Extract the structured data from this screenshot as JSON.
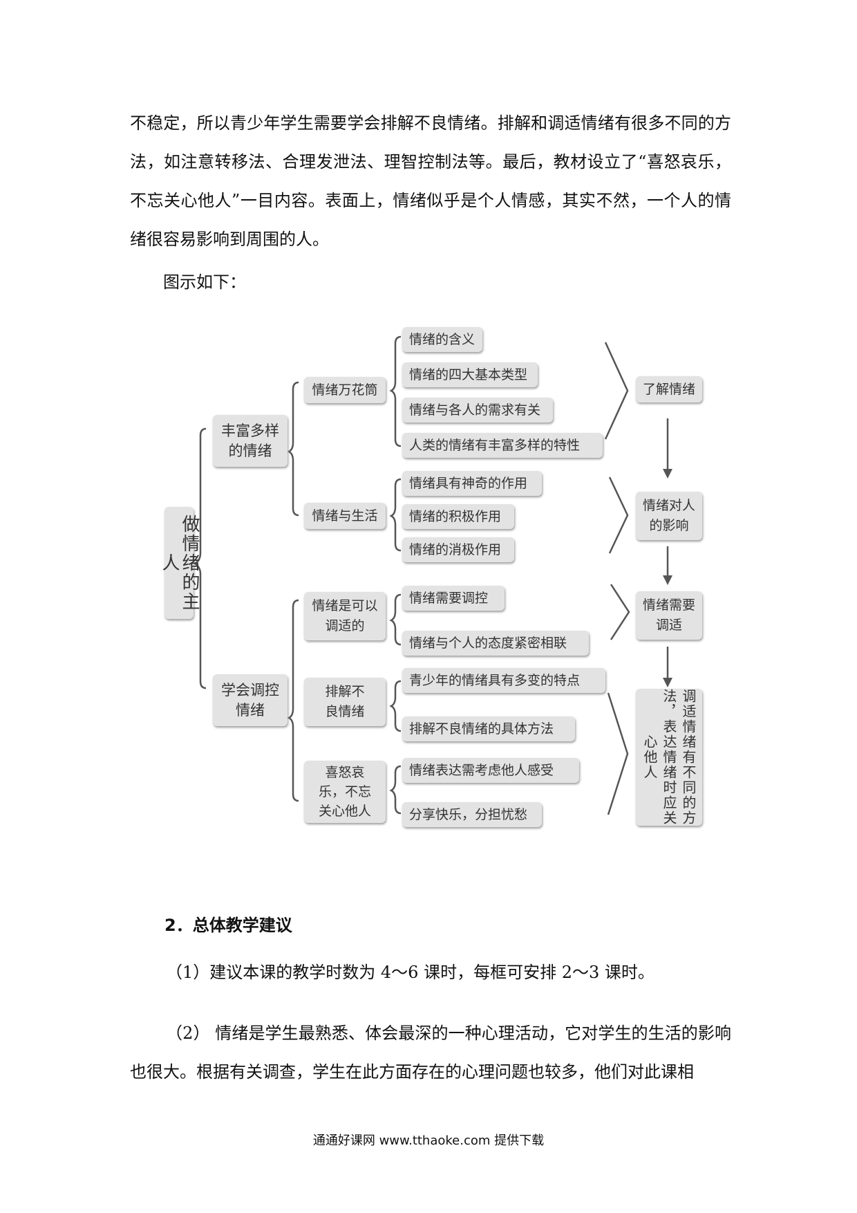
{
  "paragraphs": {
    "intro": "不稳定，所以青少年学生需要学会排解不良情绪。排解和调适情绪有很多不同的方法，如注意转移法、合理发泄法、理智控制法等。最后，教材设立了“喜怒哀乐，不忘关心他人”一目内容。表面上，情绪似乎是个人情感，其实不然，一个人的情绪很容易影响到周围的人。",
    "caption": "图示如下：",
    "heading": "2．总体教学建议",
    "s1": "（1）建议本课的教学时数为 4～6 课时，每框可安排 2～3 课时。",
    "s2": "（2） 情绪是学生最熟悉、体会最深的一种心理活动，它对学生的生活的影响也很大。根据有关调查，学生在此方面存在的心理问题也较多，他们对此课相"
  },
  "footer": "通通好课网 www.tthaoke.com 提供下载",
  "diagram": {
    "root": "做情绪的主人",
    "level1": {
      "rich": "丰富多样的情绪",
      "control": "学会调控情绪"
    },
    "level2": {
      "kaleidoscope": "情绪万花筒",
      "life": "情绪与生活",
      "adjustable": "情绪是可以调适的",
      "relieve": "排解不良情绪",
      "care": "喜怒哀乐，不忘关心他人"
    },
    "leaves": {
      "l1": "情绪的含义",
      "l2": "情绪的四大基本类型",
      "l3": "情绪与各人的需求有关",
      "l4": "人类的情绪有丰富多样的特性",
      "l5": "情绪具有神奇的作用",
      "l6": "情绪的积极作用",
      "l7": "情绪的消极作用",
      "l8": "情绪需要调控",
      "l9": "情绪与个人的态度紧密相联",
      "l10": "青少年的情绪具有多变的特点",
      "l11": "排解不良情绪的具体方法",
      "l12": "情绪表达需考虑他人感受",
      "l13": "分享快乐，分担忧愁"
    },
    "summary": {
      "s1": "了解情绪",
      "s2": "情绪对人的影响",
      "s3": "情绪需要调适",
      "s4": "调适情绪有不同的方法，表达情绪时应关心他人"
    }
  }
}
